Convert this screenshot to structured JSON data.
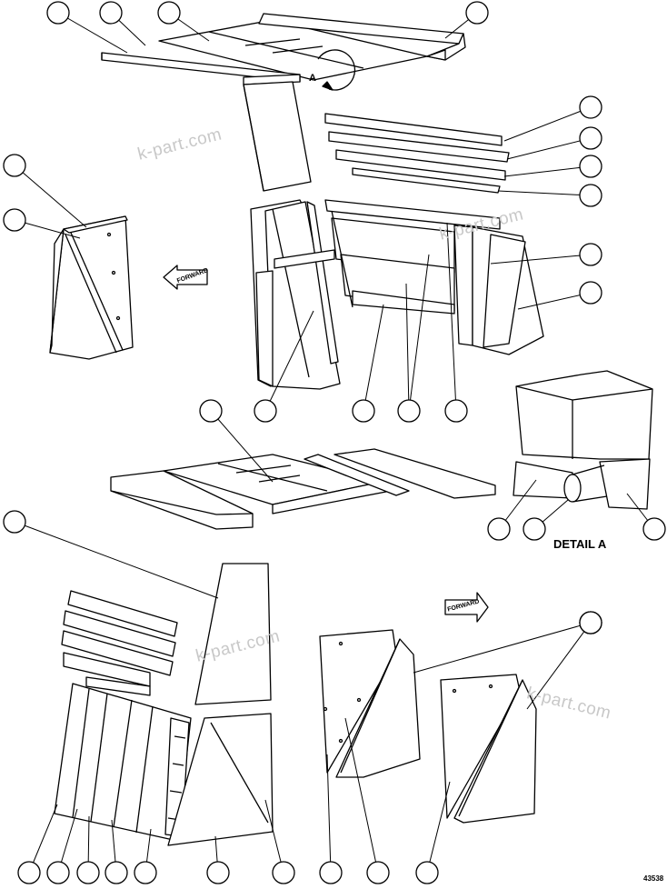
{
  "figure": {
    "detail_label": "DETAIL A",
    "detail_callout_letter": "A",
    "forward_label": "FORWARD",
    "figure_number": "43538",
    "watermark": "k-part.com"
  },
  "callouts": [
    {
      "id": 1
    },
    {
      "id": 2
    },
    {
      "id": 3
    },
    {
      "id": 4
    },
    {
      "id": 5
    },
    {
      "id": 6
    },
    {
      "id": 7
    },
    {
      "id": 8
    },
    {
      "id": 9
    },
    {
      "id": 10
    },
    {
      "id": 11
    },
    {
      "id": 12
    },
    {
      "id": 13
    },
    {
      "id": 14
    },
    {
      "id": 15
    },
    {
      "id": 16
    },
    {
      "id": 17
    },
    {
      "id": 18
    },
    {
      "id": 19
    },
    {
      "id": 20
    },
    {
      "id": 21
    },
    {
      "id": 22
    },
    {
      "id": 23
    },
    {
      "id": 24
    },
    {
      "id": 25
    },
    {
      "id": 26
    },
    {
      "id": 27
    },
    {
      "id": 28
    },
    {
      "id": 29
    },
    {
      "id": 30
    },
    {
      "id": 31
    },
    {
      "id": 32
    },
    {
      "id": 33
    },
    {
      "id": 34
    }
  ]
}
